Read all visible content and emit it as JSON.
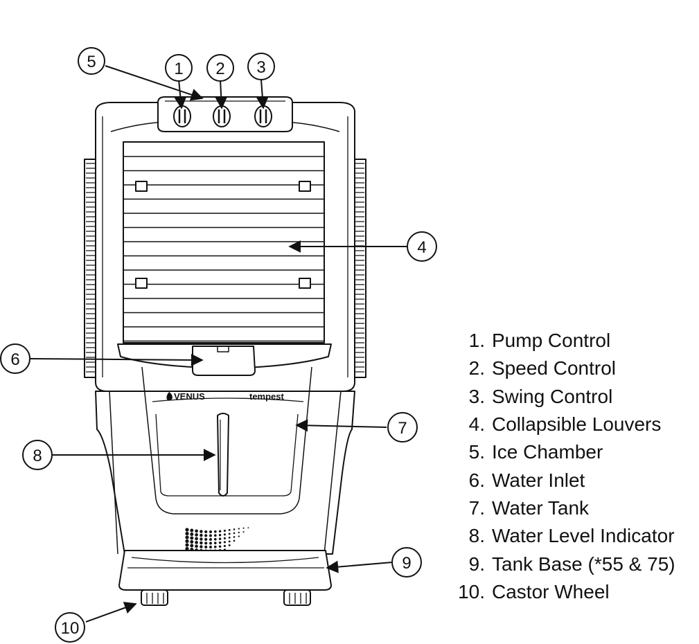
{
  "brands": {
    "venus": "VENUS",
    "tempest": "tempest"
  },
  "callouts": [
    "1",
    "2",
    "3",
    "4",
    "5",
    "6",
    "7",
    "8",
    "9",
    "10"
  ],
  "legend": [
    {
      "num": "1.",
      "label": "Pump Control"
    },
    {
      "num": "2.",
      "label": "Speed Control"
    },
    {
      "num": "3.",
      "label": "Swing Control"
    },
    {
      "num": "4.",
      "label": "Collapsible Louvers"
    },
    {
      "num": "5.",
      "label": "Ice Chamber"
    },
    {
      "num": "6.",
      "label": "Water Inlet"
    },
    {
      "num": "7.",
      "label": "Water Tank"
    },
    {
      "num": "8.",
      "label": "Water Level Indicator"
    },
    {
      "num": "9.",
      "label": "Tank Base (*55 & 75)"
    },
    {
      "num": "10.",
      "label": "Castor Wheel"
    }
  ],
  "colors": {
    "line": "#111111",
    "background": "#ffffff"
  }
}
